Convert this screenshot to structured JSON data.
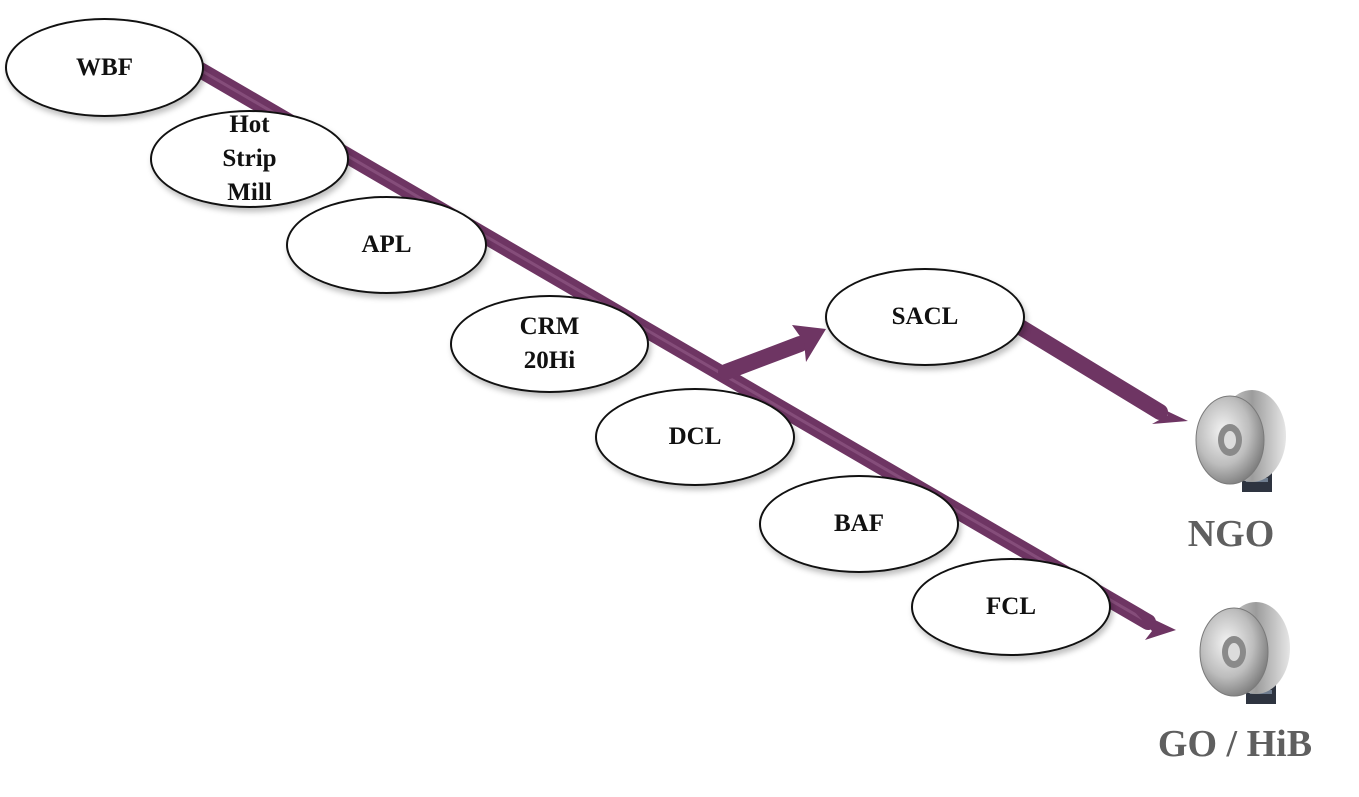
{
  "colors": {
    "flow": "#6e3563",
    "flow_highlight": "#b07aa6",
    "node_fill": "#ffffff",
    "node_stroke": "#111111",
    "product_label": "#5f5f5f"
  },
  "nodes": [
    {
      "id": "wbf",
      "label": "WBF"
    },
    {
      "id": "hot-strip-mill",
      "label": "Hot\nStrip\nMill"
    },
    {
      "id": "apl",
      "label": "APL"
    },
    {
      "id": "crm",
      "label": "CRM\n20Hi"
    },
    {
      "id": "dcl",
      "label": "DCL"
    },
    {
      "id": "baf",
      "label": "BAF"
    },
    {
      "id": "fcl",
      "label": "FCL"
    },
    {
      "id": "sacl",
      "label": "SACL"
    }
  ],
  "products": [
    {
      "id": "ngo",
      "label": "NGO",
      "icon": "steel-coil-icon"
    },
    {
      "id": "go-hib",
      "label": "GO / HiB",
      "icon": "steel-coil-icon"
    }
  ]
}
